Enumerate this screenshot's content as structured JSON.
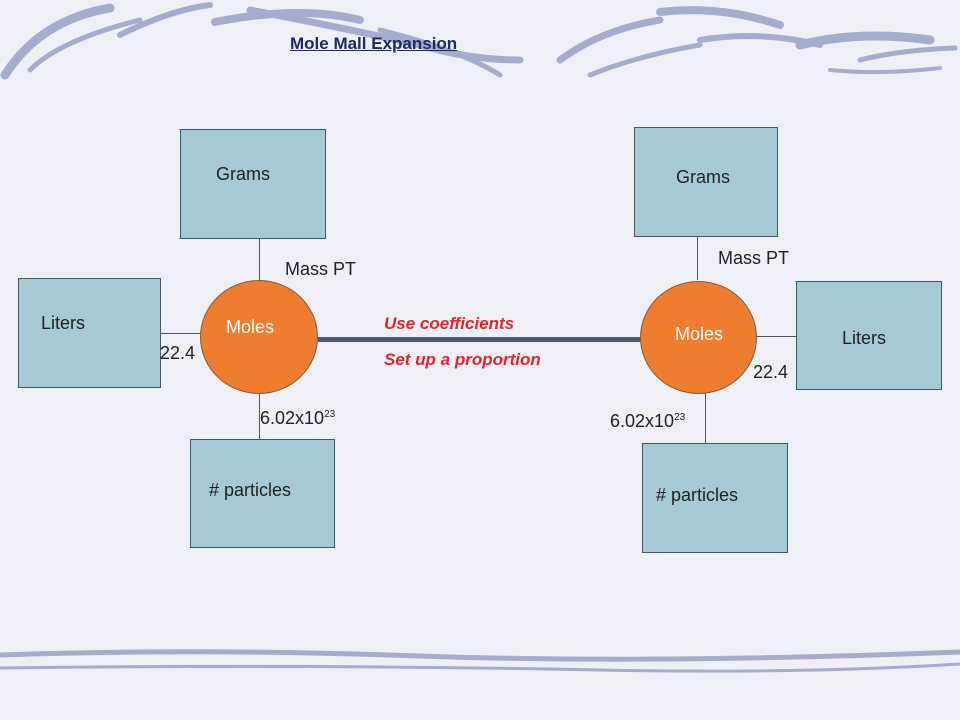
{
  "title": "Mole Mall Expansion",
  "colors": {
    "box": "#a6c9d6",
    "circle": "#ee7d30",
    "annotation": "#e0262a",
    "connector": "#4f5a72"
  },
  "left": {
    "grams": "Grams",
    "liters": "Liters",
    "particles": "# particles",
    "moles": "Moles",
    "mass_pt": "Mass PT",
    "volume": "22.4",
    "avogadro_base": "6.02x10",
    "avogadro_exp": "23"
  },
  "right": {
    "grams": "Grams",
    "liters": "Liters",
    "particles": "# particles",
    "moles": "Moles",
    "mass_pt": "Mass PT",
    "volume": "22.4",
    "avogadro_base": "6.02x10",
    "avogadro_exp": "23"
  },
  "connector": {
    "line1": "Use coefficients",
    "line2": "Set up a proportion"
  }
}
